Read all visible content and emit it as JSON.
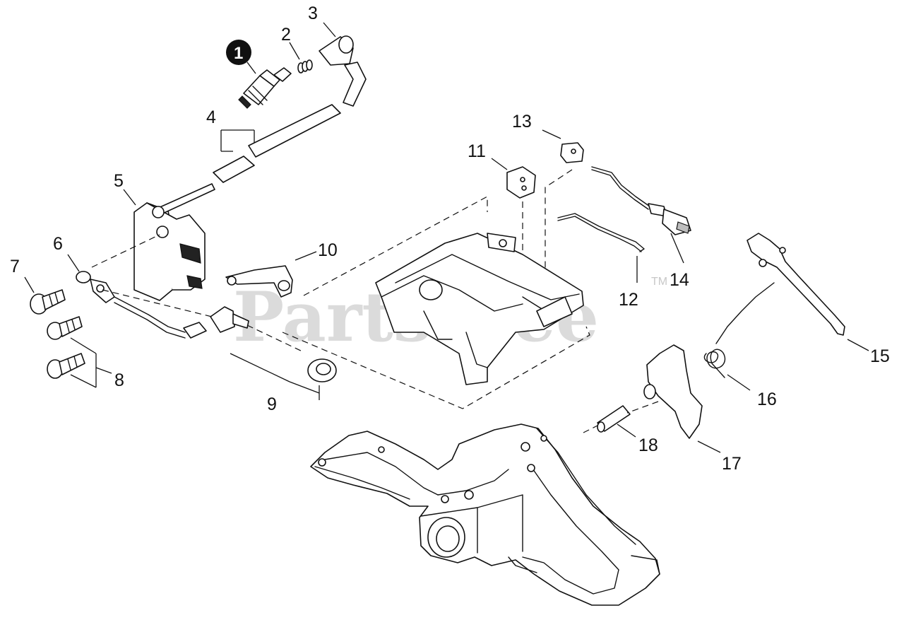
{
  "watermark": {
    "text": "PartsTree",
    "tm": "TM"
  },
  "highlighted_part": "1",
  "callouts": [
    "1",
    "2",
    "3",
    "4",
    "5",
    "6",
    "7",
    "8",
    "9",
    "10",
    "11",
    "12",
    "13",
    "14",
    "15",
    "16",
    "17",
    "18"
  ]
}
